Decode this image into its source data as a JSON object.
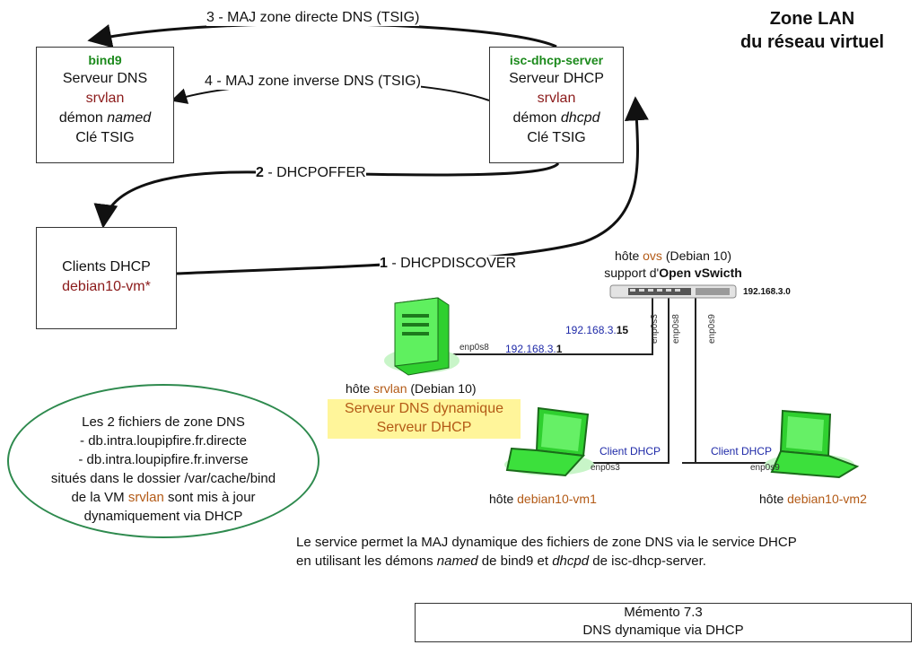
{
  "title": {
    "line1": "Zone LAN",
    "line2": "du réseau virtuel"
  },
  "dns_box": {
    "package": "bind9",
    "role": "Serveur DNS",
    "host": "srvlan",
    "daemon_prefix": "démon ",
    "daemon": "named",
    "key": "Clé TSIG"
  },
  "dhcp_box": {
    "package": "isc-dhcp-server",
    "role": "Serveur DHCP",
    "host": "srvlan",
    "daemon_prefix": "démon ",
    "daemon": "dhcpd",
    "key": "Clé TSIG"
  },
  "clients_box": {
    "role": "Clients DHCP",
    "host": "debian10-vm*"
  },
  "arrows": {
    "a3": "3 - MAJ zone directe DNS (TSIG)",
    "a4": "4 - MAJ zone inverse DNS (TSIG)",
    "a2_num": "2",
    "a2_text": " - DHCPOFFER",
    "a1_num": "1",
    "a1_text": " - DHCPDISCOVER"
  },
  "switch": {
    "host_prefix": "hôte ",
    "host": "ovs",
    "host_suffix": " (Debian 10)",
    "support_prefix": "support d'",
    "support": "Open vSwicth",
    "network": "192.168.3.0"
  },
  "server": {
    "iface": "enp0s8",
    "ip1_prefix": "192.168.3.",
    "ip1_suffix": "15",
    "ip2_prefix": "192.168.3.",
    "ip2_suffix": "1",
    "host_prefix": "hôte ",
    "host": "srvlan",
    "host_suffix": " (Debian 10)",
    "role1": "Serveur DNS dynamique",
    "role2": "Serveur DHCP"
  },
  "ports": {
    "p1": "enp0s3",
    "p2": "enp0s8",
    "p3": "enp0s9"
  },
  "vm1": {
    "client": "Client DHCP",
    "iface": "enp0s3",
    "host_prefix": "hôte ",
    "host": "debian10-vm1"
  },
  "vm2": {
    "client": "Client DHCP",
    "iface": "enp0s9",
    "host_prefix": "hôte ",
    "host": "debian10-vm2"
  },
  "zone_note": {
    "l1": "Les 2 fichiers de zone DNS",
    "l2": "- db.intra.loupipfire.fr.directe",
    "l3": "- db.intra.loupipfire.fr.inverse",
    "l4": "situés dans le dossier /var/cache/bind",
    "l5_prefix": "de la VM ",
    "l5_host": "srvlan",
    "l5_suffix": " sont mis à jour",
    "l6": "dynamiquement via DHCP"
  },
  "summary": {
    "l1": "Le service permet la MAJ dynamique des fichiers de zone DNS via le service DHCP",
    "l2_a": "en utilisant les démons ",
    "l2_b": "named",
    "l2_c": " de bind9 et ",
    "l2_d": "dhcpd",
    "l2_e": " de isc-dhcp-server."
  },
  "memento": {
    "l1": "Mémento 7.3",
    "l2": "DNS dynamique via DHCP"
  }
}
